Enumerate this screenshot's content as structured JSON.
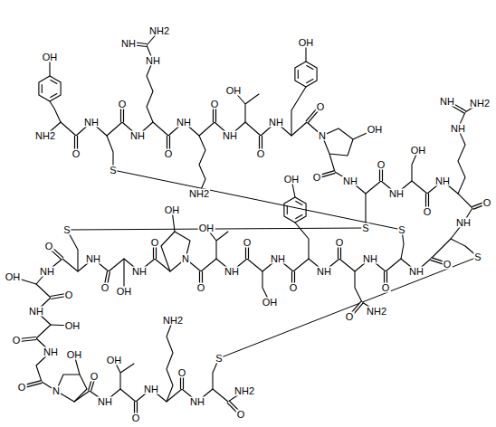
{
  "diagram": {
    "labels": [
      "OH",
      "NH",
      "NH2",
      "NH",
      "OH",
      "OH",
      "O",
      "O",
      "O",
      "NH",
      "NH",
      "NH",
      "NH2",
      "NH",
      "NH",
      "N",
      "OH",
      "O",
      "O",
      "O",
      "S",
      "NH2",
      "O",
      "NH",
      "O",
      "NH",
      "OH",
      "O",
      "NH",
      "NH",
      "NH2",
      "NH",
      "O",
      "NH",
      "S",
      "S",
      "S",
      "OH",
      "OH",
      "OH",
      "S",
      "O",
      "O",
      "O",
      "O",
      "O",
      "NH",
      "NH",
      "N",
      "NH",
      "NH",
      "NH",
      "NH",
      "NH",
      "NH",
      "OH",
      "O",
      "O",
      "O",
      "O",
      "OH",
      "OH",
      "O",
      "O",
      "NH2",
      "NH",
      "NH2",
      "OH",
      "O",
      "NH",
      "OH",
      "S",
      "OH",
      "O",
      "O",
      "O",
      "N",
      "NH",
      "NH2",
      "NH",
      "NH",
      "O",
      "O"
    ]
  }
}
